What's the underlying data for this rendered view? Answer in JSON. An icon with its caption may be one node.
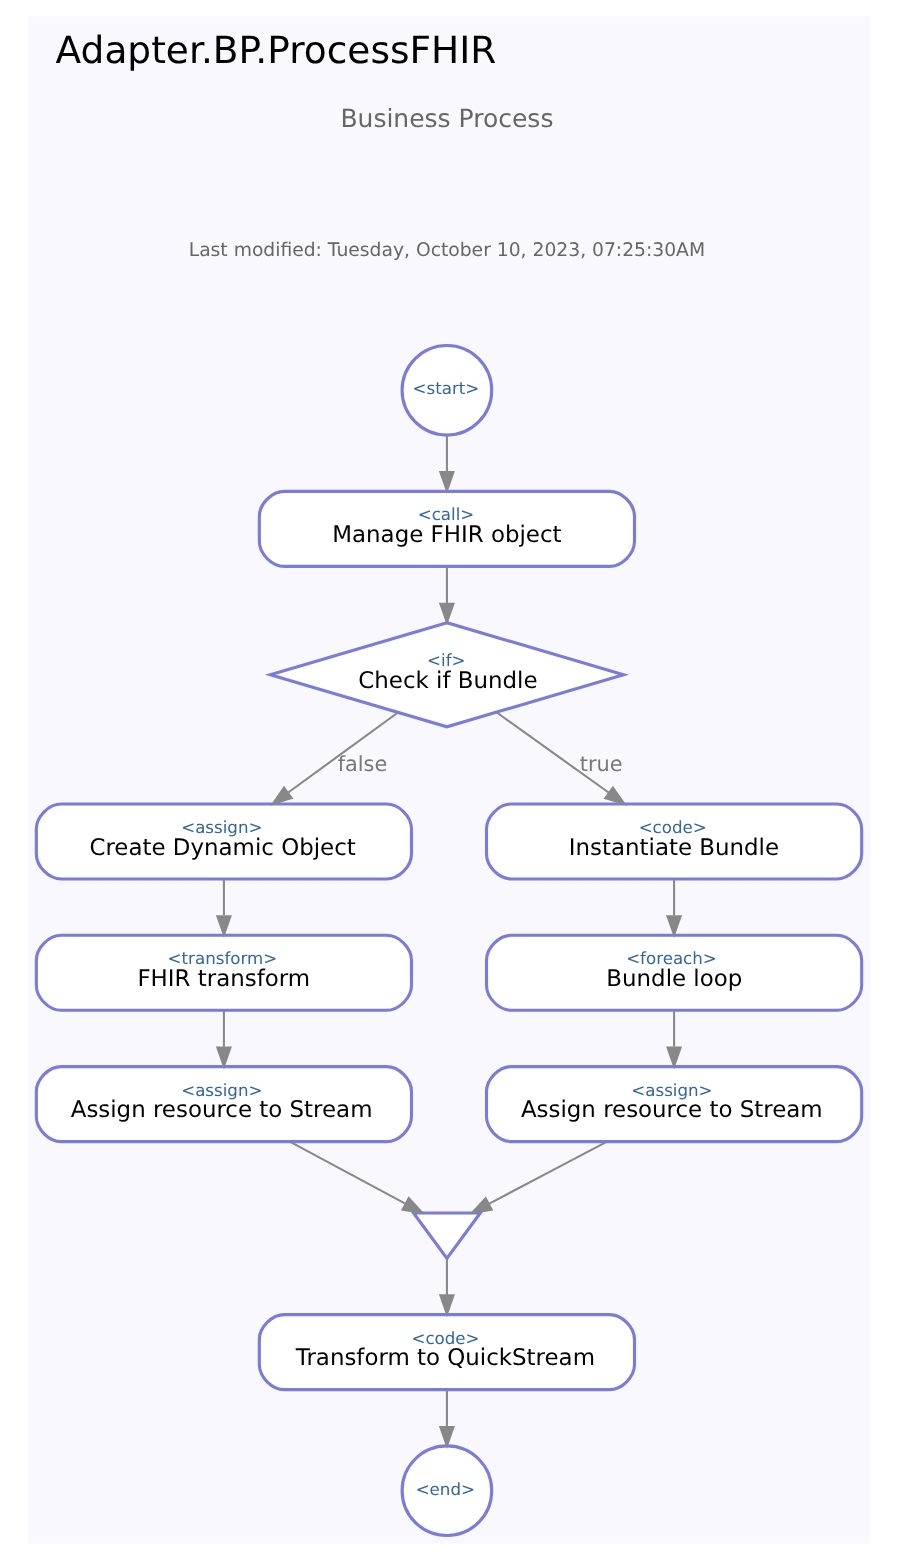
{
  "diagram": {
    "title": "Adapter.BP.ProcessFHIR",
    "nodes": [
      {
        "text": [
          "<start>"
        ]
      },
      {
        "text": [
          "<call>",
          "Manage FHIR object"
        ]
      },
      {
        "text": [
          "<if>",
          "Check if Bundle"
        ]
      },
      {
        "text": [
          "<assign>",
          "Create Dynamic Object"
        ]
      },
      {
        "text": [
          "<code>",
          "Instantiate Bundle"
        ]
      },
      {
        "text": [
          "<transform>",
          "FHIR transform"
        ]
      },
      {
        "text": [
          "<foreach>",
          "Bundle loop"
        ]
      },
      {
        "text": [
          "<assign>",
          "Assign resource to Stream"
        ]
      },
      {
        "text": [
          "<assign>",
          "Assign resource to Stream"
        ]
      },
      {
        "text": [],
        "shape": "triangle"
      },
      {
        "text": [
          "<code>",
          "Transform to QuickStream"
        ]
      },
      {
        "text": [
          "<end>"
        ]
      }
    ],
    "edges": [
      {
        "from": 0,
        "to": 1,
        "arrow": "to"
      },
      {
        "from": 1,
        "to": 2,
        "arrow": "to"
      },
      {
        "from": 2,
        "to": 3,
        "label": "false",
        "arrow": "to"
      },
      {
        "from": 2,
        "to": 4,
        "label": "true",
        "arrow": "to"
      },
      {
        "from": 3,
        "to": 5,
        "arrow": "to"
      },
      {
        "from": 4,
        "to": 6,
        "arrow": "to"
      },
      {
        "from": 5,
        "to": 7,
        "arrow": "to"
      },
      {
        "from": 6,
        "to": 8,
        "arrow": "to"
      },
      {
        "from": 7,
        "to": 9,
        "arrow": "to"
      },
      {
        "from": 8,
        "to": 9,
        "arrow": "to"
      },
      {
        "from": 9,
        "to": 10,
        "arrow": "to"
      },
      {
        "from": 10,
        "to": 11,
        "arrow": "to"
      }
    ],
    "labels": [
      "Business Process",
      "Last modified: Tuesday, October 10, 2023, 07:25:30AM"
    ]
  }
}
